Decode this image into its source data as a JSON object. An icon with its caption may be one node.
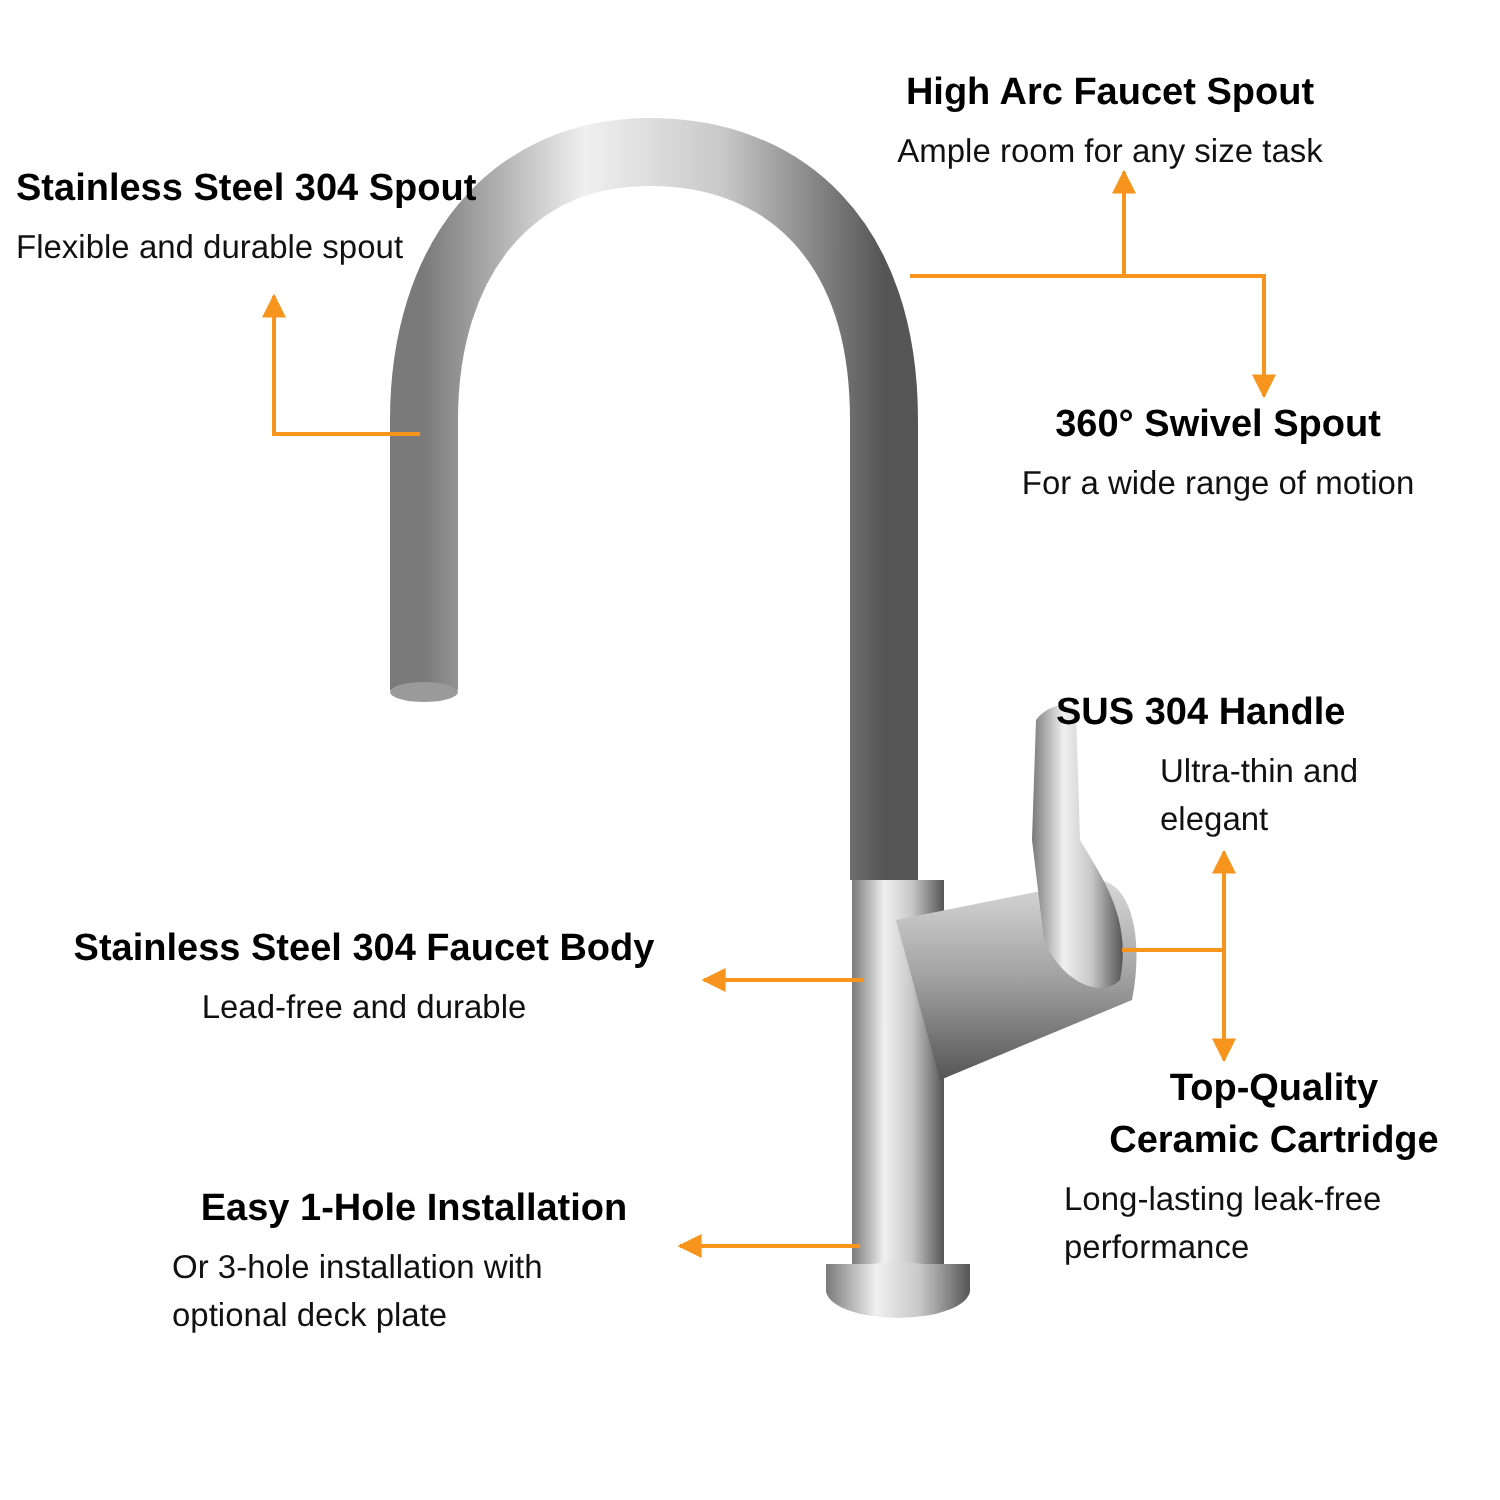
{
  "diagram": {
    "nodes": [
      {
        "text": [],
        "shape": "picture"
      },
      {
        "text": [
          "Stainless Steel 304 Spout",
          "Flexible and durable spout"
        ]
      },
      {
        "text": [
          "High Arc Faucet Spout",
          "Ample room for any size task"
        ]
      },
      {
        "text": [
          "360° Swivel Spout",
          "For a wide range of motion"
        ]
      },
      {
        "text": [
          "SUS 304 Handle",
          "Ultra-thin and elegant"
        ]
      },
      {
        "text": [
          "Top-Quality Ceramic Cartridge",
          "Long-lasting leak-free performance"
        ]
      },
      {
        "text": [
          "Stainless Steel 304 Faucet Body",
          "Lead-free and durable"
        ]
      },
      {
        "text": [
          "Easy 1-Hole Installation",
          "Or 3-hole installation with optional deck plate"
        ]
      }
    ],
    "edges": [
      {
        "from": 0,
        "to": 1,
        "arrow": "to"
      },
      {
        "from": 0,
        "to": 2,
        "arrow": "to"
      },
      {
        "from": 0,
        "to": 3,
        "arrow": "to"
      },
      {
        "from": 0,
        "to": 4,
        "arrow": "to"
      },
      {
        "from": 0,
        "to": 5,
        "arrow": "to"
      },
      {
        "from": 0,
        "to": 6,
        "arrow": "to"
      },
      {
        "from": 0,
        "to": 7,
        "arrow": "to"
      }
    ]
  }
}
